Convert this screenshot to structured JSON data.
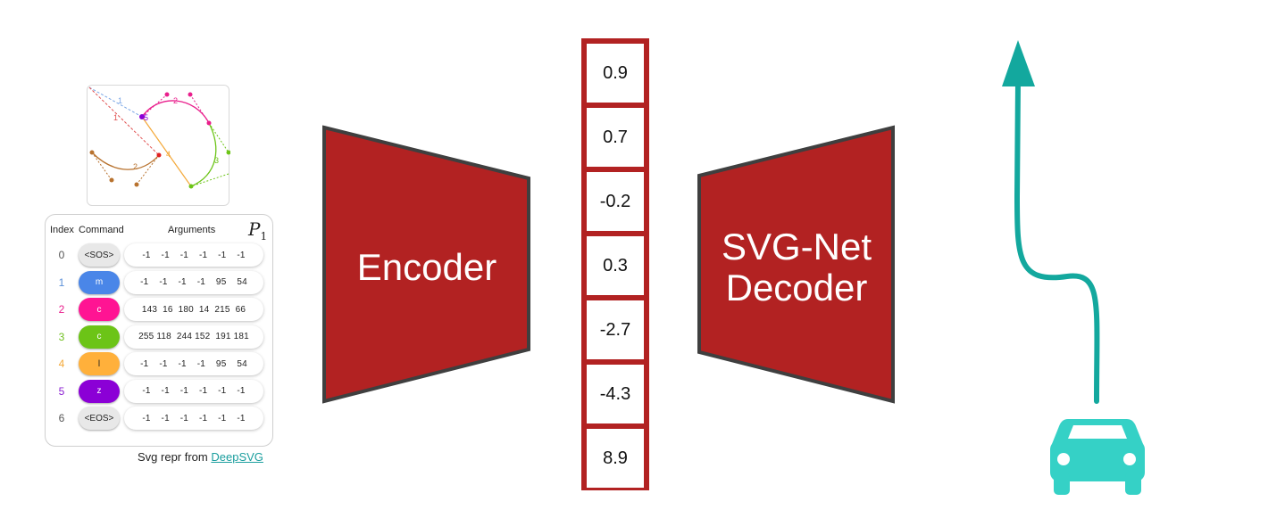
{
  "table": {
    "headers": {
      "index": "Index",
      "command": "Command",
      "arguments": "Arguments"
    },
    "label": {
      "base": "P",
      "subscript": "1"
    },
    "rows": [
      {
        "index": "0",
        "command": "<SOS>",
        "args": "-1    -1    -1    -1    -1    -1",
        "index_color": "#555555",
        "pill_color": "#e8e8e8",
        "text_color": "#222222"
      },
      {
        "index": "1",
        "command": "m",
        "args": "-1    -1    -1    -1    95    54",
        "index_color": "#5a8fd8",
        "pill_color": "#4a86e8",
        "text_color": "#ffffff"
      },
      {
        "index": "2",
        "command": "c",
        "args": "143  16  180  14  215  66",
        "index_color": "#e91e8c",
        "pill_color": "#ff1493",
        "text_color": "#ffffff"
      },
      {
        "index": "3",
        "command": "c",
        "args": "255 118  244 152  191 181",
        "index_color": "#6fbf1f",
        "pill_color": "#6cc417",
        "text_color": "#ffffff"
      },
      {
        "index": "4",
        "command": "l",
        "args": "-1    -1    -1    -1    95    54",
        "index_color": "#f4a93a",
        "pill_color": "#ffb03b",
        "text_color": "#222222"
      },
      {
        "index": "5",
        "command": "z",
        "args": "-1    -1    -1    -1    -1    -1",
        "index_color": "#8a1ed1",
        "pill_color": "#8b00d6",
        "text_color": "#ffffff"
      },
      {
        "index": "6",
        "command": "<EOS>",
        "args": "-1    -1    -1    -1    -1    -1",
        "index_color": "#555555",
        "pill_color": "#e8e8e8",
        "text_color": "#222222"
      }
    ]
  },
  "credit": {
    "prefix": "Svg repr from ",
    "link": "DeepSVG"
  },
  "encoder": {
    "label": "Encoder",
    "color": "#b22222"
  },
  "decoder": {
    "label_line1": "SVG-Net",
    "label_line2": "Decoder",
    "color": "#b22222"
  },
  "latent_vector": [
    "0.9",
    "0.7",
    "-0.2",
    "0.3",
    "-2.7",
    "-4.3",
    "8.9"
  ],
  "preview": {
    "segment_labels": [
      "1",
      "1",
      "2",
      "2",
      "3",
      "4",
      "5"
    ]
  },
  "output": {
    "arrow_color": "#13a89e",
    "car_color": "#35d1c6",
    "icons": [
      "path-arrow-icon",
      "car-icon"
    ]
  }
}
